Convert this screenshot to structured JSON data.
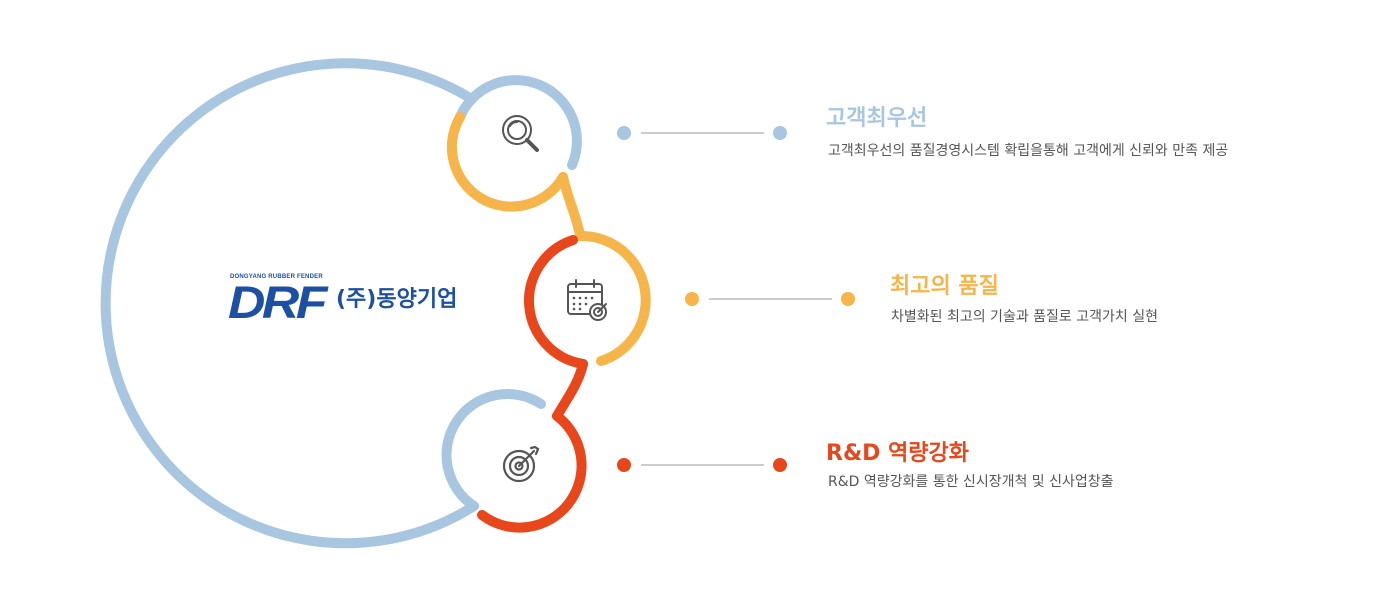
{
  "logo": {
    "tagline": "DONGYANG RUBBER FENDER",
    "mark": "DRF",
    "company_name": "(주)동양기업"
  },
  "colors": {
    "blue": "#a8c6e0",
    "yellow": "#f5b54a",
    "orange": "#e8461b",
    "line": "#bbbbbb",
    "desc_text": "#555555",
    "logo_blue": "#1d4fa3"
  },
  "items": [
    {
      "icon": "magnifier-icon",
      "color": "#a8c6e0",
      "title": "고객최우선",
      "description": "고객최우선의 품질경영시스템 확립을통해 고객에게 신뢰와 만족 제공"
    },
    {
      "icon": "calendar-target-icon",
      "color": "#f5b54a",
      "title": "최고의 품질",
      "description": "차별화된 최고의 기술과 품질로 고객가치 실현"
    },
    {
      "icon": "target-arrow-icon",
      "color": "#e8461b",
      "title": "R&D 역량강화",
      "description": "R&D 역량강화를 통한 신시장개척 및 신사업창출"
    }
  ]
}
